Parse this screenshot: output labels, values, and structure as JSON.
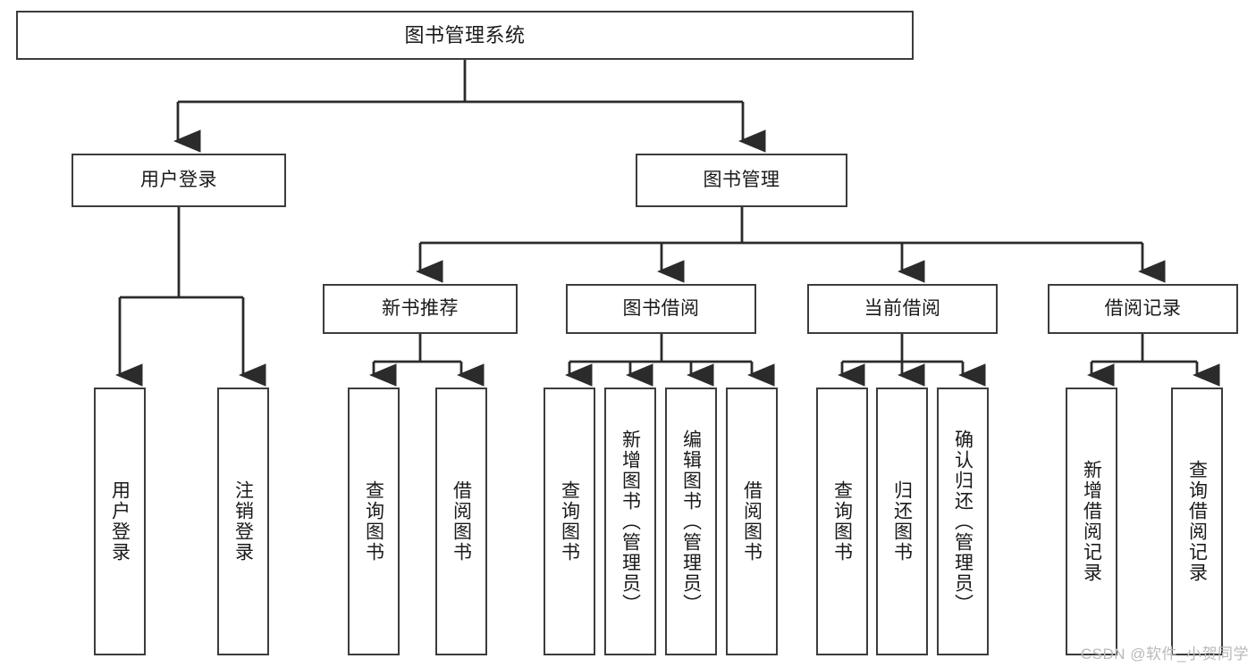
{
  "diagram": {
    "title": "图书管理系统",
    "watermark": "CSDN @软件_小贺同学",
    "colors": {
      "box_border": "#3c3c3c",
      "line": "#2b2b2b",
      "background": "#ffffff",
      "text": "#1a1a1a",
      "watermark": "#b9b9b9"
    },
    "root": {
      "label": "图书管理系统"
    },
    "level2": [
      {
        "label": "用户登录"
      },
      {
        "label": "图书管理"
      }
    ],
    "level3": [
      {
        "label": "新书推荐"
      },
      {
        "label": "图书借阅"
      },
      {
        "label": "当前借阅"
      },
      {
        "label": "借阅记录"
      }
    ],
    "leaves": {
      "login": [
        {
          "label": "用户登录"
        },
        {
          "label": "注销登录"
        }
      ],
      "new_book": [
        {
          "label": "查询图书"
        },
        {
          "label": "借阅图书"
        }
      ],
      "book_borrow": [
        {
          "label": "查询图书"
        },
        {
          "label": "新增图书（管理员）"
        },
        {
          "label": "编辑图书（管理员）"
        },
        {
          "label": "借阅图书"
        }
      ],
      "current_borrow": [
        {
          "label": "查询图书"
        },
        {
          "label": "归还图书"
        },
        {
          "label": "确认归还（管理员）"
        }
      ],
      "borrow_records": [
        {
          "label": "新增借阅记录"
        },
        {
          "label": "查询借阅记录"
        }
      ]
    }
  }
}
